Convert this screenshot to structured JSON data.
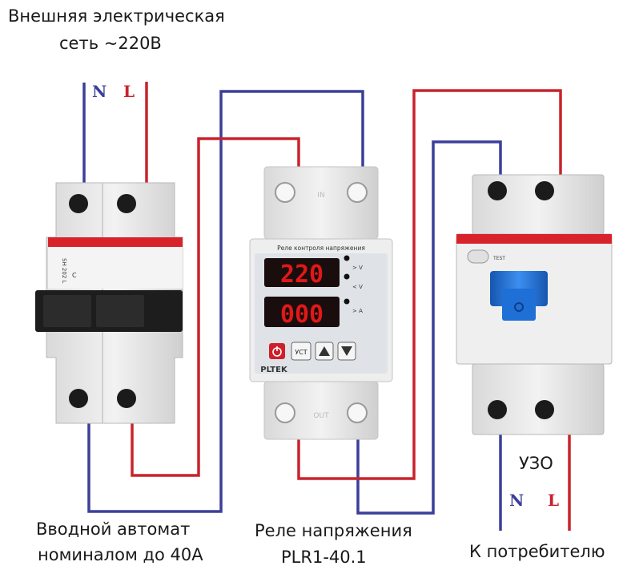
{
  "header": {
    "line1": "Внешняя электрическая",
    "line2": "сеть ~220В"
  },
  "source_labels": {
    "neutral": "N",
    "phase": "L"
  },
  "consumer_labels": {
    "neutral": "N",
    "phase": "L"
  },
  "breaker": {
    "caption_line1": "Вводной автомат",
    "caption_line2": "номиналом до 40А",
    "model": "SH 202 L",
    "char": "C"
  },
  "relay": {
    "caption_line1": "Реле напряжения",
    "caption_line2": "PLR1-40.1",
    "panel_title": "Реле контроля напряжения",
    "brand": "PLTEK",
    "digits_top": "220",
    "digits_bottom": "000",
    "ind_top": "> V",
    "ind_mid": "< V",
    "ind_bot": "> A",
    "btn_set": "УСТ",
    "term_in": "IN",
    "term_out": "OUT"
  },
  "rcd": {
    "caption": "УЗО",
    "bottom_caption": "К потребителю",
    "test_label": "TEST"
  },
  "colors": {
    "neutral": "#3b3f9a",
    "phase": "#c8232c",
    "device": "#e8e8e8",
    "abb_red": "#d8232a",
    "toggle_blue": "#1e6fd6",
    "digit_red": "#e01818"
  }
}
